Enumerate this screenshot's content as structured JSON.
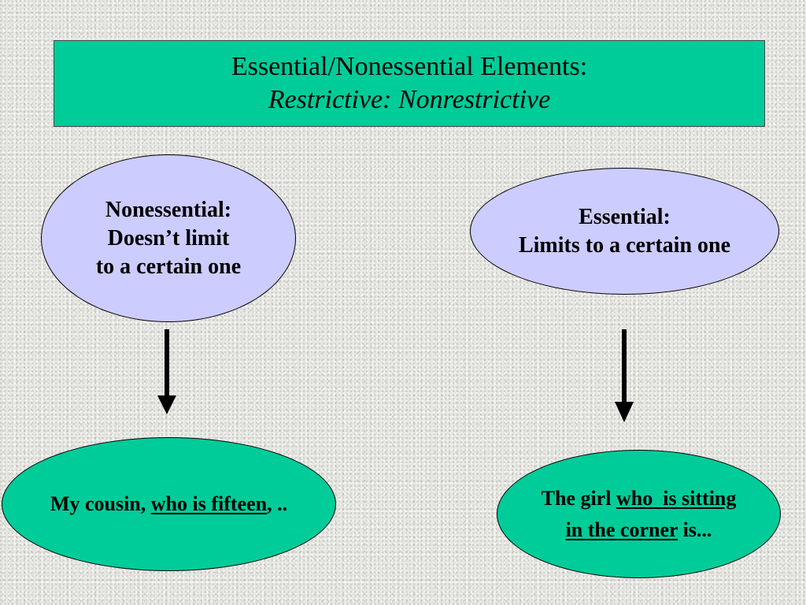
{
  "title": {
    "line1": "Essential/Nonessential Elements:",
    "line2": "Restrictive: Nonrestrictive"
  },
  "nonessential": {
    "lines": [
      "Nonessential:",
      "Doesn’t limit",
      "to a certain one"
    ]
  },
  "essential": {
    "lines": [
      "Essential:",
      "Limits to a certain one"
    ]
  },
  "example_left": {
    "prefix": "My cousin, ",
    "underlined": "who is fifteen",
    "suffix": ", .."
  },
  "example_right": {
    "prefix": "The girl ",
    "underlined_1": "who  is sitting",
    "underlined_2": "in the corner",
    "suffix": " is..."
  },
  "colors": {
    "title_fill": "#00cc99",
    "definition_fill": "#ccccff",
    "example_fill": "#00cc99",
    "arrow": "#000000"
  }
}
